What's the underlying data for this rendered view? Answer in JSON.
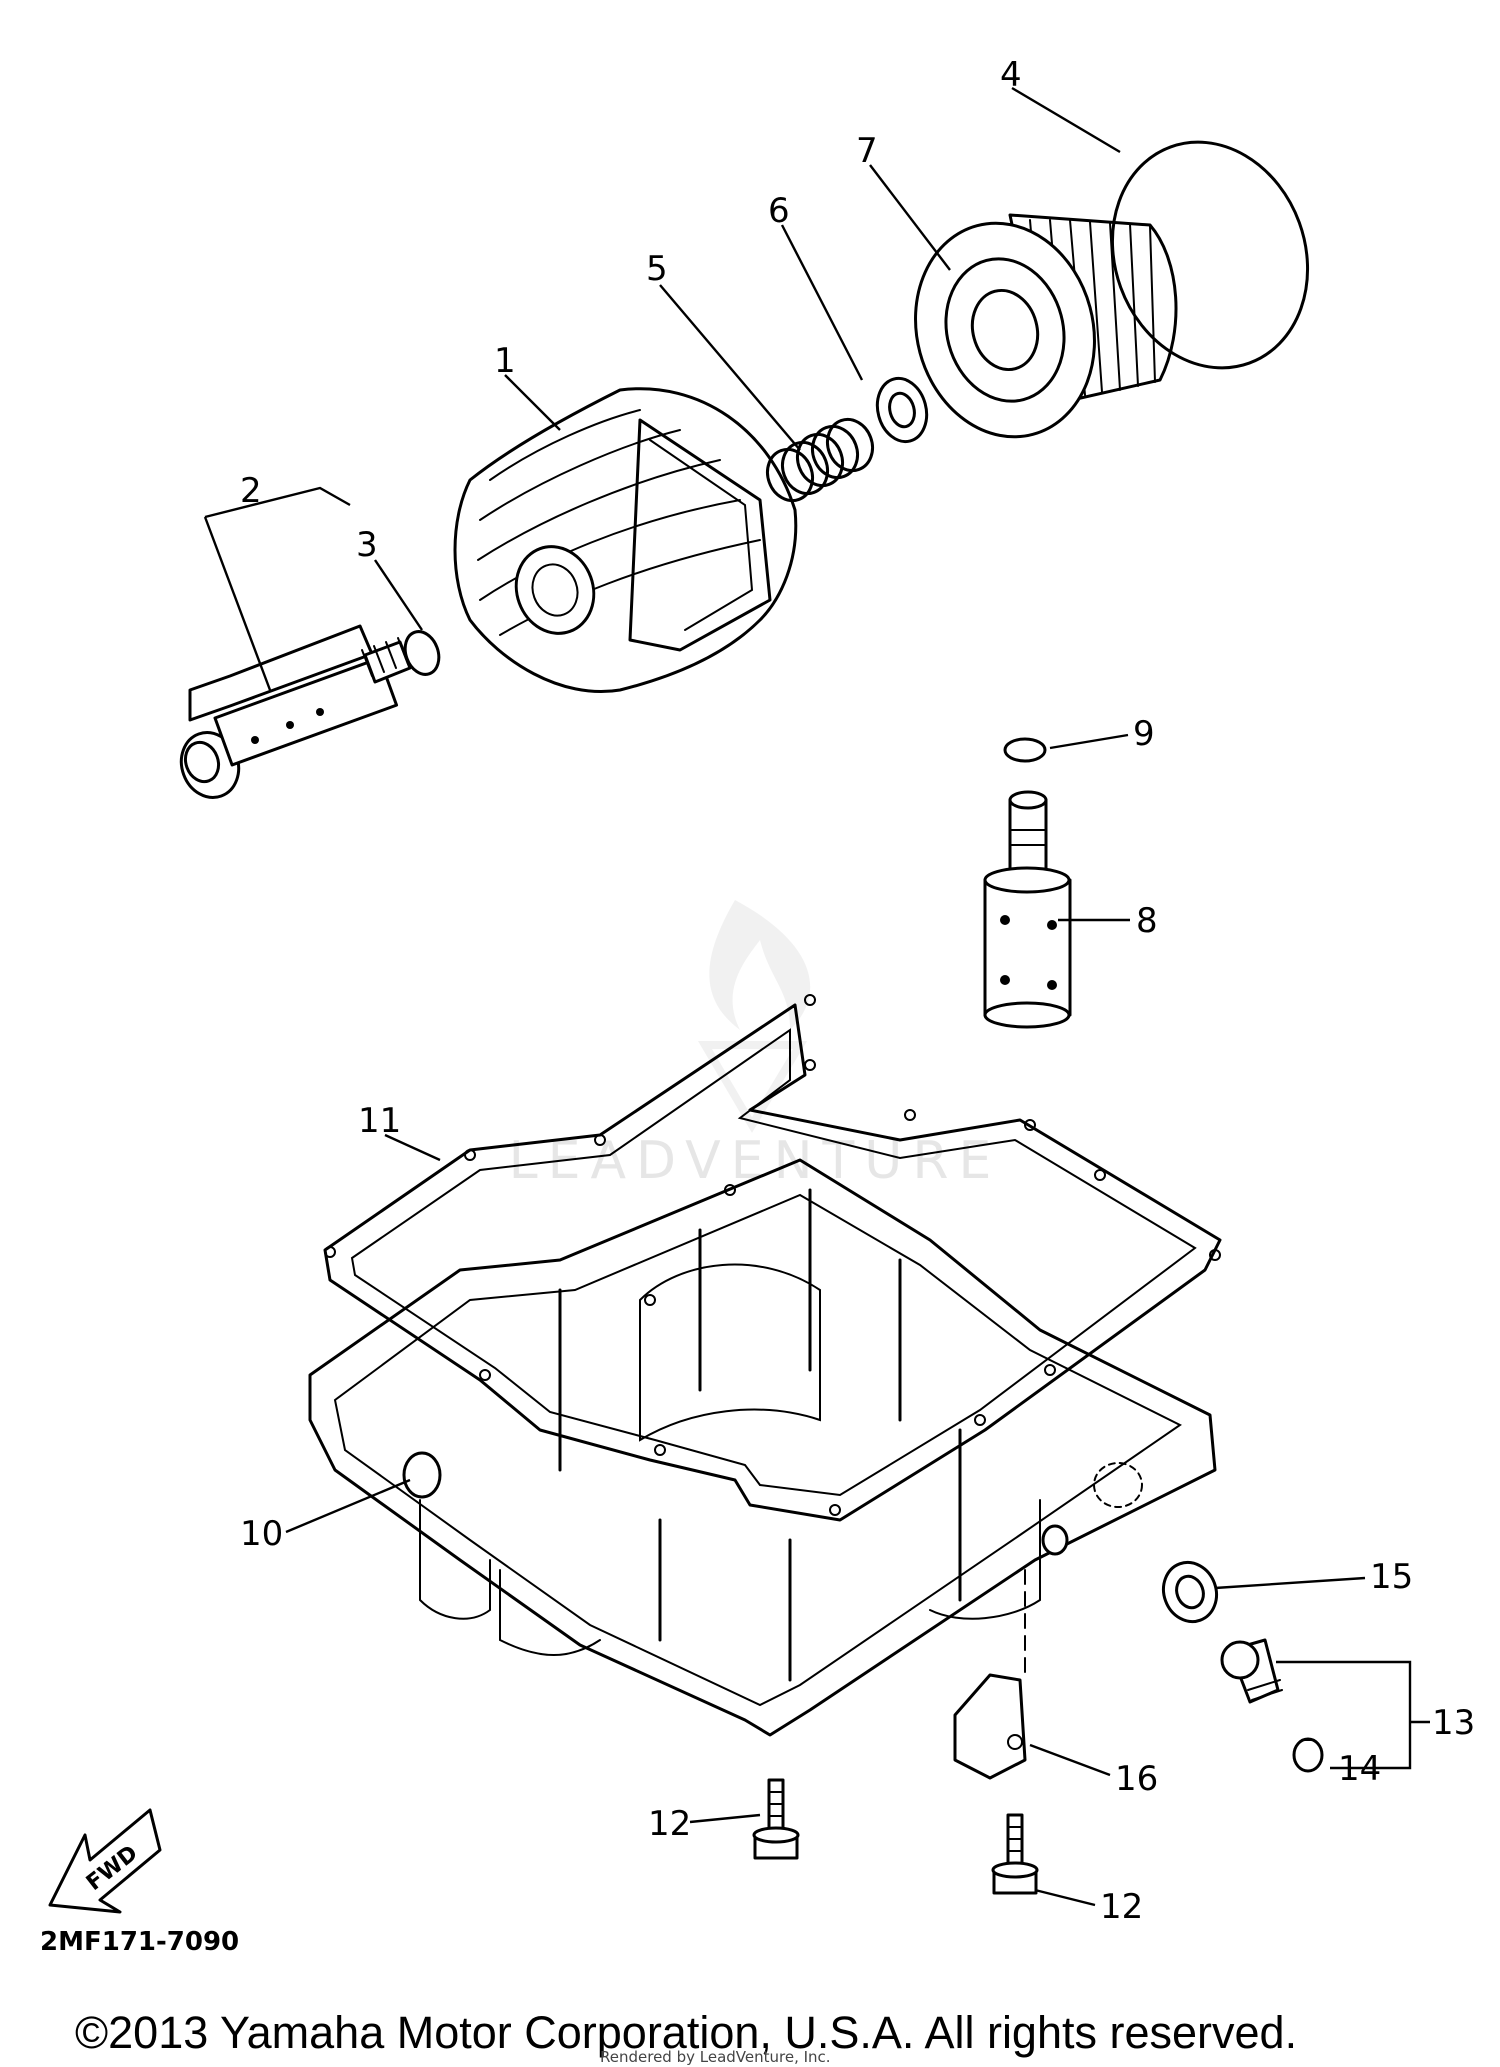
{
  "diagram": {
    "watermark": "LEADVENTURE",
    "direction_label": "FWD",
    "code": "2MF171-7090",
    "callouts": [
      "1",
      "2",
      "3",
      "4",
      "5",
      "6",
      "7",
      "8",
      "9",
      "10",
      "11",
      "12",
      "13",
      "14",
      "15",
      "16"
    ]
  },
  "footer": {
    "copyright": "©2013 Yamaha Motor Corporation, U.S.A. All rights reserved.",
    "rendered_by": "Rendered by LeadVenture, Inc."
  }
}
